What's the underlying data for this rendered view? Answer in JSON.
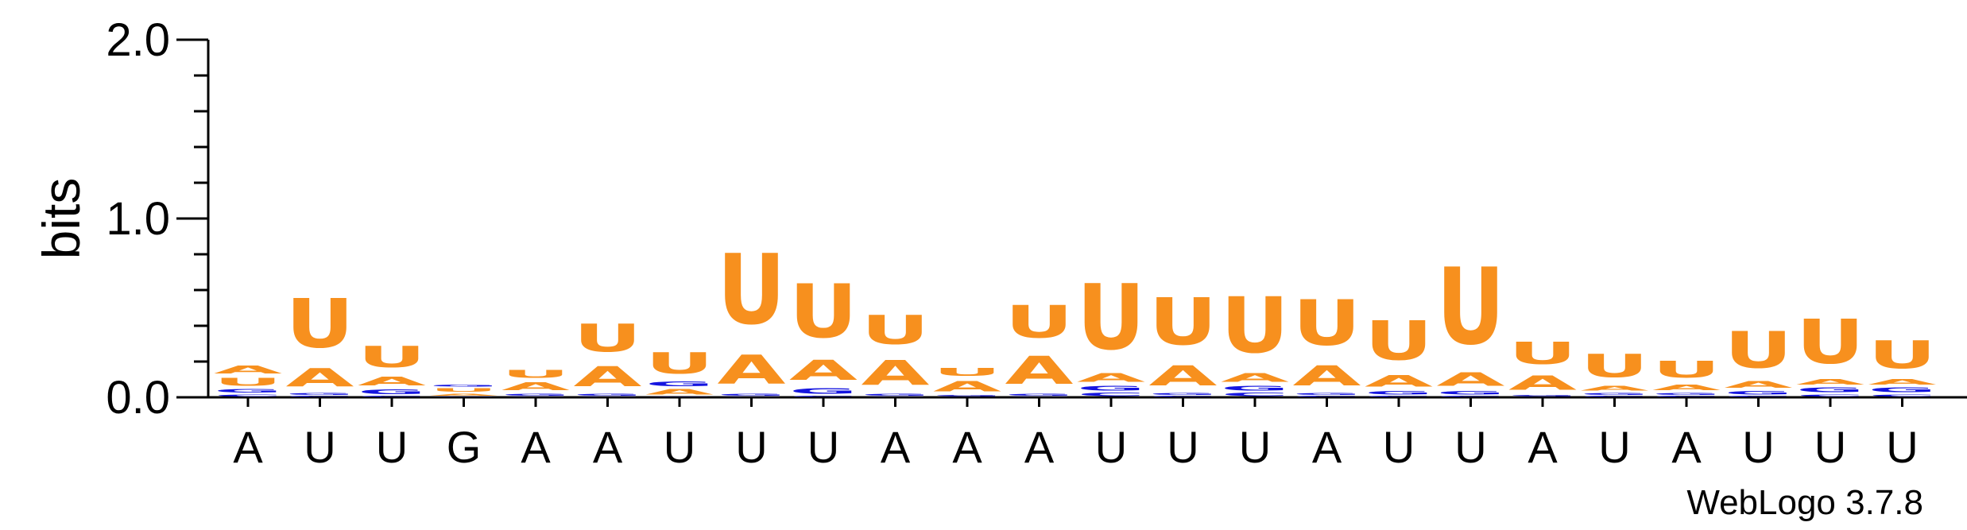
{
  "chart_data": {
    "type": "sequence-logo",
    "ylabel": "bits",
    "ylim": [
      0,
      2.0
    ],
    "yticks": [
      "0.0",
      "1.0",
      "2.0"
    ],
    "colors": {
      "A": "#f7901e",
      "U": "#f7901e",
      "G": "#1515e0",
      "C": "#1515e0"
    },
    "positions": [
      {
        "label": "A",
        "stack": [
          {
            "l": "C",
            "v": 0.02
          },
          {
            "l": "G",
            "v": 0.03
          },
          {
            "l": "U",
            "v": 0.07
          },
          {
            "l": "A",
            "v": 0.07
          }
        ]
      },
      {
        "label": "U",
        "stack": [
          {
            "l": "C",
            "v": 0.01
          },
          {
            "l": "G",
            "v": 0.02
          },
          {
            "l": "A",
            "v": 0.16
          },
          {
            "l": "U",
            "v": 0.44
          }
        ]
      },
      {
        "label": "U",
        "stack": [
          {
            "l": "C",
            "v": 0.01
          },
          {
            "l": "G",
            "v": 0.04
          },
          {
            "l": "A",
            "v": 0.08
          },
          {
            "l": "U",
            "v": 0.19
          }
        ]
      },
      {
        "label": "G",
        "stack": [
          {
            "l": "C",
            "v": 0.005
          },
          {
            "l": "A",
            "v": 0.02
          },
          {
            "l": "U",
            "v": 0.03
          },
          {
            "l": "G",
            "v": 0.02
          }
        ]
      },
      {
        "label": "A",
        "stack": [
          {
            "l": "C",
            "v": 0.005
          },
          {
            "l": "G",
            "v": 0.02
          },
          {
            "l": "A",
            "v": 0.07
          },
          {
            "l": "U",
            "v": 0.07
          }
        ]
      },
      {
        "label": "A",
        "stack": [
          {
            "l": "C",
            "v": 0.005
          },
          {
            "l": "G",
            "v": 0.02
          },
          {
            "l": "A",
            "v": 0.18
          },
          {
            "l": "U",
            "v": 0.25
          }
        ]
      },
      {
        "label": "U",
        "stack": [
          {
            "l": "C",
            "v": 0.005
          },
          {
            "l": "A",
            "v": 0.05
          },
          {
            "l": "G",
            "v": 0.04
          },
          {
            "l": "U",
            "v": 0.19
          }
        ]
      },
      {
        "label": "U",
        "stack": [
          {
            "l": "C",
            "v": 0.005
          },
          {
            "l": "G",
            "v": 0.02
          },
          {
            "l": "A",
            "v": 0.26
          },
          {
            "l": "U",
            "v": 0.63
          }
        ]
      },
      {
        "label": "U",
        "stack": [
          {
            "l": "C",
            "v": 0.01
          },
          {
            "l": "G",
            "v": 0.05
          },
          {
            "l": "A",
            "v": 0.18
          },
          {
            "l": "U",
            "v": 0.48
          }
        ]
      },
      {
        "label": "A",
        "stack": [
          {
            "l": "C",
            "v": 0.005
          },
          {
            "l": "G",
            "v": 0.02
          },
          {
            "l": "A",
            "v": 0.22
          },
          {
            "l": "U",
            "v": 0.26
          }
        ]
      },
      {
        "label": "A",
        "stack": [
          {
            "l": "C",
            "v": 0.005
          },
          {
            "l": "G",
            "v": 0.01
          },
          {
            "l": "A",
            "v": 0.09
          },
          {
            "l": "U",
            "v": 0.07
          }
        ]
      },
      {
        "label": "A",
        "stack": [
          {
            "l": "C",
            "v": 0.005
          },
          {
            "l": "G",
            "v": 0.02
          },
          {
            "l": "A",
            "v": 0.25
          },
          {
            "l": "U",
            "v": 0.29
          }
        ]
      },
      {
        "label": "U",
        "stack": [
          {
            "l": "C",
            "v": 0.03
          },
          {
            "l": "G",
            "v": 0.04
          },
          {
            "l": "A",
            "v": 0.08
          },
          {
            "l": "U",
            "v": 0.59
          }
        ]
      },
      {
        "label": "U",
        "stack": [
          {
            "l": "C",
            "v": 0.01
          },
          {
            "l": "G",
            "v": 0.02
          },
          {
            "l": "A",
            "v": 0.18
          },
          {
            "l": "U",
            "v": 0.42
          }
        ]
      },
      {
        "label": "U",
        "stack": [
          {
            "l": "C",
            "v": 0.03
          },
          {
            "l": "G",
            "v": 0.04
          },
          {
            "l": "A",
            "v": 0.08
          },
          {
            "l": "U",
            "v": 0.5
          }
        ]
      },
      {
        "label": "A",
        "stack": [
          {
            "l": "C",
            "v": 0.01
          },
          {
            "l": "G",
            "v": 0.02
          },
          {
            "l": "A",
            "v": 0.18
          },
          {
            "l": "U",
            "v": 0.41
          }
        ]
      },
      {
        "label": "U",
        "stack": [
          {
            "l": "C",
            "v": 0.01
          },
          {
            "l": "G",
            "v": 0.03
          },
          {
            "l": "A",
            "v": 0.1
          },
          {
            "l": "U",
            "v": 0.35
          }
        ]
      },
      {
        "label": "U",
        "stack": [
          {
            "l": "C",
            "v": 0.01
          },
          {
            "l": "G",
            "v": 0.03
          },
          {
            "l": "A",
            "v": 0.12
          },
          {
            "l": "U",
            "v": 0.69
          }
        ]
      },
      {
        "label": "A",
        "stack": [
          {
            "l": "C",
            "v": 0.005
          },
          {
            "l": "G",
            "v": 0.01
          },
          {
            "l": "A",
            "v": 0.13
          },
          {
            "l": "U",
            "v": 0.2
          }
        ]
      },
      {
        "label": "U",
        "stack": [
          {
            "l": "C",
            "v": 0.01
          },
          {
            "l": "G",
            "v": 0.02
          },
          {
            "l": "A",
            "v": 0.04
          },
          {
            "l": "U",
            "v": 0.21
          }
        ]
      },
      {
        "label": "A",
        "stack": [
          {
            "l": "C",
            "v": 0.01
          },
          {
            "l": "G",
            "v": 0.02
          },
          {
            "l": "A",
            "v": 0.05
          },
          {
            "l": "U",
            "v": 0.15
          }
        ]
      },
      {
        "label": "U",
        "stack": [
          {
            "l": "C",
            "v": 0.01
          },
          {
            "l": "G",
            "v": 0.03
          },
          {
            "l": "A",
            "v": 0.06
          },
          {
            "l": "U",
            "v": 0.33
          }
        ]
      },
      {
        "label": "U",
        "stack": [
          {
            "l": "C",
            "v": 0.02
          },
          {
            "l": "G",
            "v": 0.04
          },
          {
            "l": "A",
            "v": 0.05
          },
          {
            "l": "U",
            "v": 0.4
          }
        ]
      },
      {
        "label": "U",
        "stack": [
          {
            "l": "C",
            "v": 0.02
          },
          {
            "l": "G",
            "v": 0.04
          },
          {
            "l": "A",
            "v": 0.05
          },
          {
            "l": "U",
            "v": 0.25
          }
        ]
      }
    ]
  },
  "footer": {
    "credit": "WebLogo 3.7.8"
  }
}
